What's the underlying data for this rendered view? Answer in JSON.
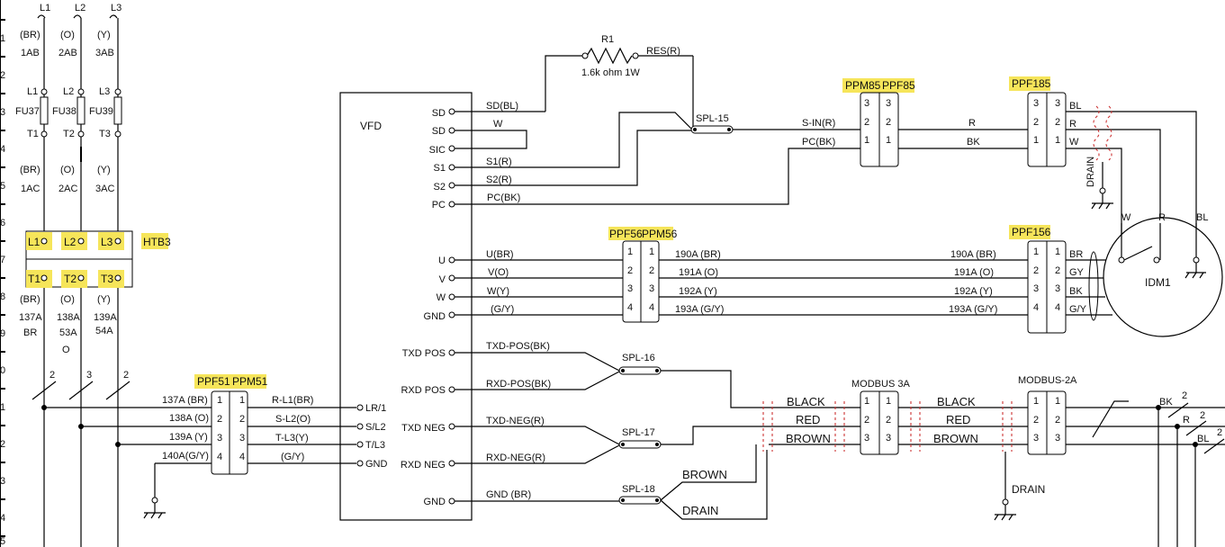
{
  "fuse_section": {
    "lines": [
      "L1",
      "L2",
      "L3"
    ],
    "colors": [
      "(BR)",
      "(O)",
      "(Y)",
      "(BR)",
      "(O)",
      "(Y)",
      "(BR)",
      "(O)",
      "(Y)"
    ],
    "wire_top": [
      "1AB",
      "2AB",
      "3AB"
    ],
    "fuse_top": [
      "L1",
      "L2",
      "L3"
    ],
    "fuses": [
      "FU37",
      "FU38",
      "FU39"
    ],
    "fuse_bottom": [
      "T1",
      "T2",
      "T3"
    ],
    "wire_mid": [
      "1AC",
      "2AC",
      "3AC"
    ],
    "terminal_block": "HTB3",
    "tb_top": [
      "L1",
      "L2",
      "L3"
    ],
    "tb_bottom": [
      "T1",
      "T2",
      "T3"
    ],
    "wire_out": [
      "137A",
      "138A",
      "139A"
    ],
    "wire_out2": [
      "BR",
      "53A",
      "54A"
    ],
    "wire_out3": "O",
    "switch_nums": [
      "2",
      "3",
      "2"
    ],
    "row_ticks": [
      "1",
      "2",
      "3",
      "4",
      "5",
      "6",
      "7",
      "8",
      "9",
      "0",
      "1",
      "2",
      "3",
      "4",
      "5"
    ]
  },
  "vfd": {
    "label": "VFD",
    "terminals": [
      "SD",
      "SD",
      "SIC",
      "S1",
      "S2",
      "PC",
      "U",
      "V",
      "W",
      "GND",
      "TXD POS",
      "RXD POS",
      "TXD NEG",
      "RXD NEG",
      "GND"
    ],
    "left_terminals": [
      "LR/1",
      "S/L2",
      "T/L3",
      "GND"
    ]
  },
  "resistor": {
    "name": "R1",
    "value": "1.6k ohm 1W",
    "res_label": "RES(R)"
  },
  "control_wires": [
    "SD(BL)",
    "W",
    "S1(R)",
    "S2(R)",
    "PC(BK)"
  ],
  "splices": [
    "SPL-15",
    "SPL-16",
    "SPL-17",
    "SPL-18"
  ],
  "signal_labels": [
    "S-IN(R)",
    "PC(BK)",
    "R",
    "BK"
  ],
  "connectors": {
    "ppm85": "PPM85",
    "ppf85": "PPF85",
    "ppf185": "PPF185",
    "ppf56": "PPF56",
    "ppm56": "PPM56",
    "ppf156": "PPF156",
    "ppf51": "PPF51",
    "ppm51": "PPM51",
    "modbus3a": "MODBUS 3A",
    "modbus2a": "MODBUS-2A",
    "pins3": [
      "3",
      "2",
      "1"
    ],
    "pins4": [
      "1",
      "2",
      "3",
      "4"
    ],
    "pins123": [
      "1",
      "2",
      "3"
    ]
  },
  "motor_wires_vfd": [
    "U(BR)",
    "V(O)",
    "W(Y)",
    "(G/Y)"
  ],
  "motor_wires_mid": [
    "190A (BR)",
    "191A (O)",
    "192A (Y)",
    "193A (G/Y)"
  ],
  "motor_wires_right": [
    "190A (BR)",
    "191A (O)",
    "192A (Y)",
    "193A (G/Y)"
  ],
  "motor_colors": [
    "BR",
    "GY",
    "BK",
    "G/Y"
  ],
  "sensor_colors": [
    "BL",
    "R",
    "W"
  ],
  "idm": {
    "name": "IDM1",
    "taps": [
      "W",
      "R",
      "BL"
    ]
  },
  "drain": "DRAIN",
  "input_wires_left": [
    "137A (BR)",
    "138A (O)",
    "139A (Y)",
    "140A(G/Y)"
  ],
  "input_wires_right": [
    "R-L1(BR)",
    "S-L2(O)",
    "T-L3(Y)",
    "(G/Y)"
  ],
  "comm_wires": [
    "TXD-POS(BK)",
    "RXD-POS(BK)",
    "TXD-NEG(R)",
    "RXD-NEG(R)",
    "GND (BR)"
  ],
  "modbus_colors": [
    "BLACK",
    "RED",
    "BROWN"
  ],
  "modbus_colors2": [
    "BLACK",
    "RED",
    "BROWN"
  ],
  "spl18_out": [
    "BROWN",
    "DRAIN"
  ],
  "right_edge": [
    "BK",
    "R",
    "BL"
  ],
  "right_nums": [
    "2",
    "2",
    "2"
  ]
}
